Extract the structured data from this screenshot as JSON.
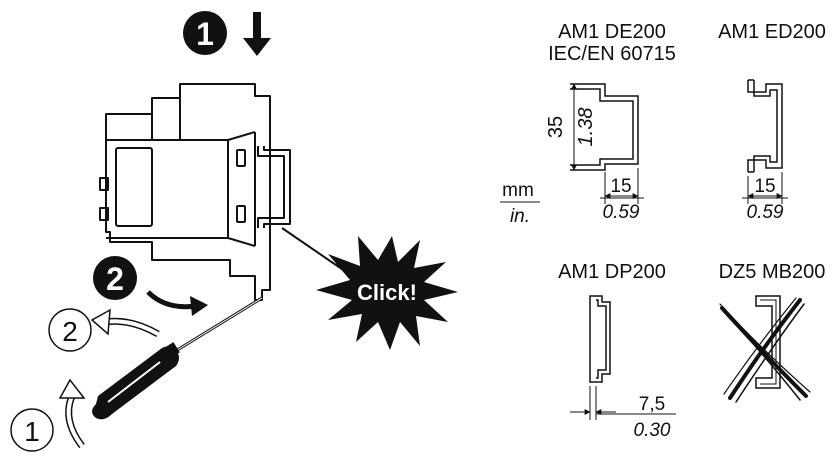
{
  "colors": {
    "ink": "#111111",
    "paper": "#ffffff"
  },
  "steps": {
    "install_1": "1",
    "install_2": "2",
    "remove_1": "1",
    "remove_2": "2"
  },
  "callout": {
    "text": "Click!"
  },
  "units": {
    "metric": "mm",
    "imperial": "in."
  },
  "rails": {
    "de200": {
      "name_line1": "AM1 DE200",
      "name_line2": "IEC/EN 60715",
      "height_mm": "35",
      "height_in": "1.38",
      "depth_mm": "15",
      "depth_in": "0.59"
    },
    "ed200": {
      "name": "AM1 ED200",
      "depth_mm": "15",
      "depth_in": "0.59"
    },
    "dp200": {
      "name": "AM1 DP200",
      "depth_mm": "7,5",
      "depth_in": "0.30"
    },
    "mb200": {
      "name": "DZ5 MB200",
      "status": "not-compatible"
    }
  },
  "icons": [
    "down-arrow-icon",
    "curved-arrow-icon",
    "screwdriver-icon",
    "cross-icon"
  ]
}
